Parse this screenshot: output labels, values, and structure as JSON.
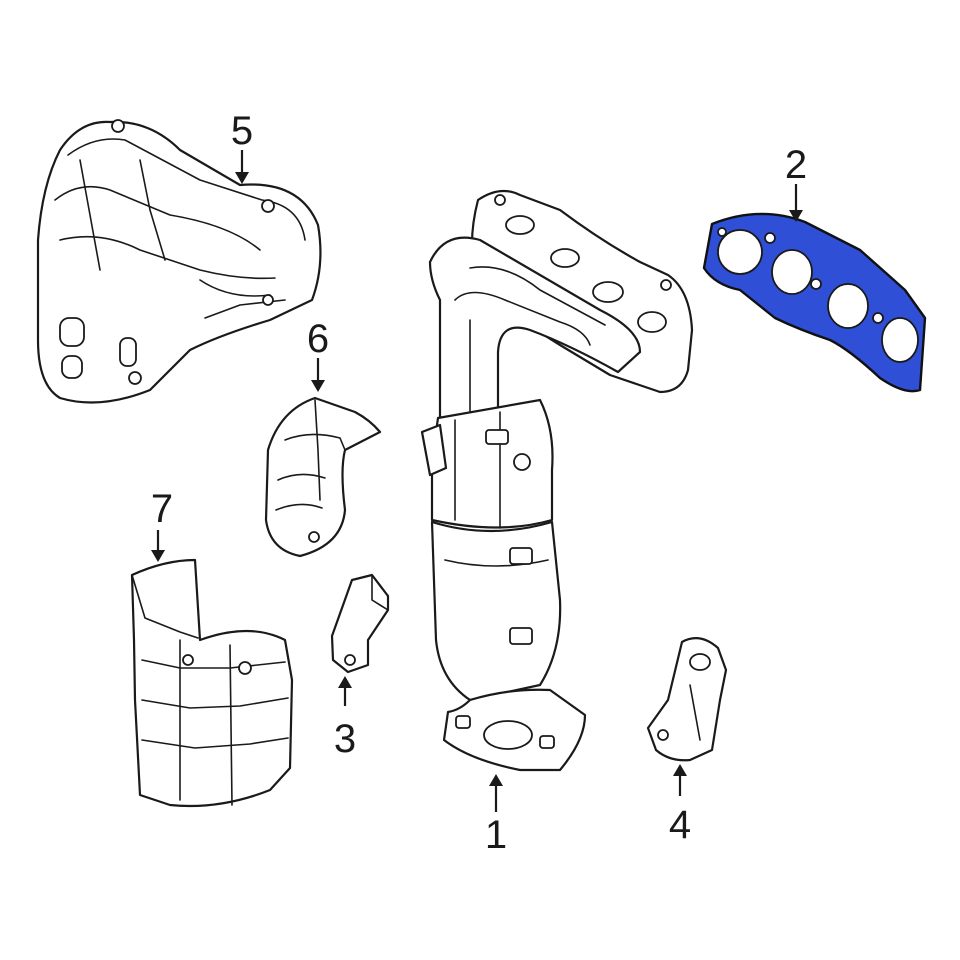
{
  "callouts": [
    {
      "id": "1",
      "label": "1"
    },
    {
      "id": "2",
      "label": "2"
    },
    {
      "id": "3",
      "label": "3"
    },
    {
      "id": "4",
      "label": "4"
    },
    {
      "id": "5",
      "label": "5"
    },
    {
      "id": "6",
      "label": "6"
    },
    {
      "id": "7",
      "label": "7"
    }
  ],
  "colors": {
    "highlight": "#2f4fd6",
    "outline": "#1a1a1a",
    "background": "#ffffff"
  }
}
